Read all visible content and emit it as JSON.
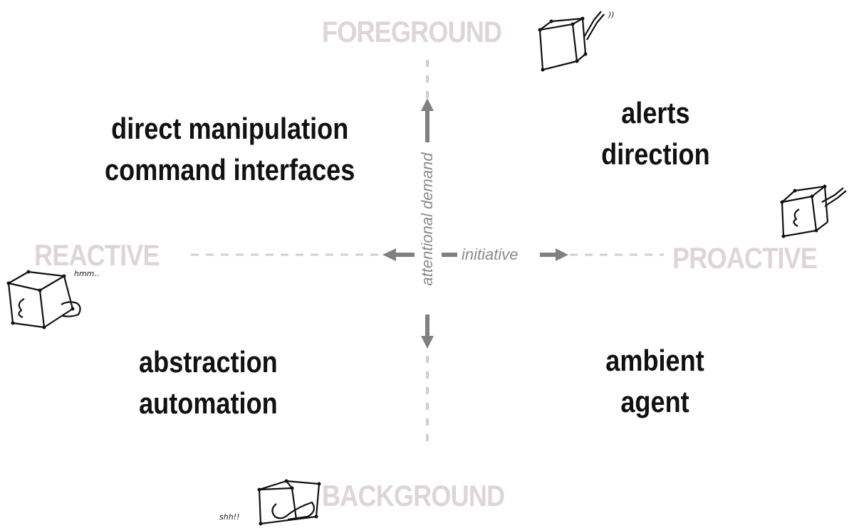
{
  "axes": {
    "top": "FOREGROUND",
    "bottom": "BACKGROUND",
    "left": "REACTIVE",
    "right": "PROACTIVE",
    "vertical_label": "attentional demand",
    "horizontal_label": "initiative"
  },
  "quadrants": {
    "top_left": [
      "direct manipulation",
      "command interfaces"
    ],
    "top_right": [
      "alerts",
      "direction"
    ],
    "bottom_left": [
      "abstraction",
      "automation"
    ],
    "bottom_right": [
      "ambient",
      "agent"
    ]
  },
  "doodles": {
    "left": "hmm..",
    "bottom": "shh!!",
    "top": "))"
  },
  "colors": {
    "axis_label": "#ded5d8",
    "dash": "#cfcfcf",
    "arrow": "#808080",
    "text": "#111111"
  }
}
